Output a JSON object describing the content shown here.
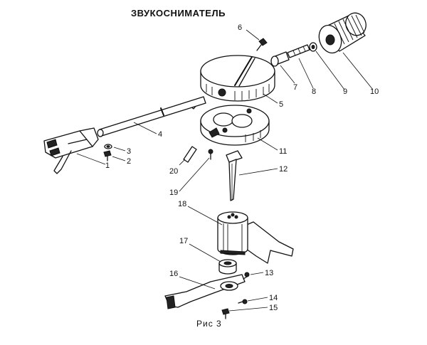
{
  "title": "ЗВУКОСНИМАТЕЛЬ",
  "caption": "Рис 3",
  "callouts": [
    {
      "id": "1",
      "label": "1"
    },
    {
      "id": "2",
      "label": "2"
    },
    {
      "id": "3",
      "label": "3"
    },
    {
      "id": "4",
      "label": "4"
    },
    {
      "id": "5",
      "label": "5"
    },
    {
      "id": "6",
      "label": "6"
    },
    {
      "id": "7",
      "label": "7"
    },
    {
      "id": "8",
      "label": "8"
    },
    {
      "id": "9",
      "label": "9"
    },
    {
      "id": "10",
      "label": "10"
    },
    {
      "id": "11",
      "label": "11"
    },
    {
      "id": "12",
      "label": "12"
    },
    {
      "id": "13",
      "label": "13"
    },
    {
      "id": "14",
      "label": "14"
    },
    {
      "id": "15",
      "label": "15"
    },
    {
      "id": "16",
      "label": "16"
    },
    {
      "id": "17",
      "label": "17"
    },
    {
      "id": "18",
      "label": "18"
    },
    {
      "id": "19",
      "label": "19"
    },
    {
      "id": "20",
      "label": "20"
    }
  ]
}
